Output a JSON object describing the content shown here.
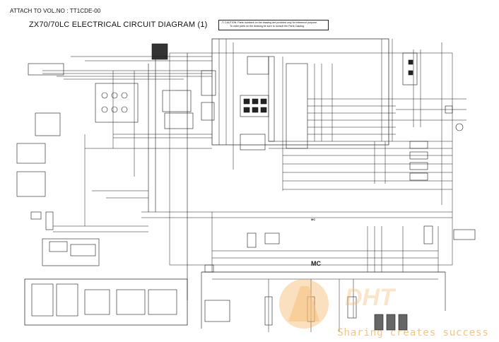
{
  "header": {
    "attach_ref": "ATTACH TO VOL.NO : TT1CDE-00",
    "title": "ZX70/70LC ELECTRICAL CIRCUIT DIAGRAM (1)"
  },
  "caution": {
    "line1": "CAUTION: Parts numbers on the drawing are provided only for reference purpose.",
    "line2": "To order parts on the drawing be sure to consult the Parts Catalog."
  },
  "diagram": {
    "mc_label": "MC",
    "mc_small_label": "MC"
  },
  "watermark": {
    "tagline": "Sharing creates success",
    "logo_text": "DHT"
  },
  "colors": {
    "ink": "#1a1a1a",
    "watermark_orange": "#f0a040",
    "watermark_tagline": "#eeb264"
  }
}
